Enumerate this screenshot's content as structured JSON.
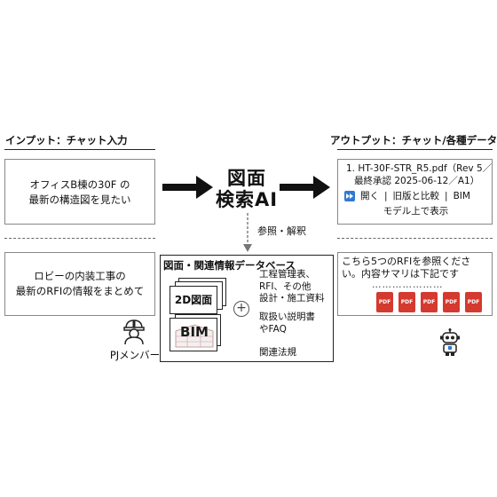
{
  "input_header": "インプット：チャット入力",
  "output_header": "アウトプット：チャット/各種データ",
  "query1": [
    "オフィスB棟の30F の",
    "最新の構造図を見たい"
  ],
  "query2": [
    "ロビーの内装工事の",
    "最新のRFIの情報をまとめて"
  ],
  "center_title": [
    "図面",
    "検索AI"
  ],
  "reference_label": "参照・解釈",
  "db": {
    "title": "図面・関連情報データベース",
    "card_2d": "2D図面",
    "card_bim": "BIM",
    "plus": "+",
    "items": [
      "工程管理表、",
      "RFI、その他",
      "設計・施工資料",
      "取扱い説明書",
      "やFAQ",
      "関連法規"
    ]
  },
  "output1": {
    "line1": "1. HT-30F-STR_R5.pdf（Rev 5／",
    "line2": "最終承認 2025-06-12／A1）",
    "play_icon": "fast-forward-icon",
    "open": "開く",
    "sep": "|",
    "compare": "旧版と比較",
    "bim": "BIM",
    "bim_line2": "モデル上で表示"
  },
  "output2": {
    "line1": "こちら5つのRFIを参照くださ",
    "line2": "い。内容サマリは下記です",
    "dots": "…………………",
    "pdf_label": "PDF",
    "pdf_count": 5
  },
  "pj_member": "PJメンバー",
  "icons": {
    "worker": "construction-worker-icon",
    "robot": "robot-icon",
    "bim_building": "building-icon",
    "plus": "plus-icon"
  },
  "colors": {
    "arrow": "#111111",
    "pdf": "#d43a2f",
    "play": "#2f7bd1"
  }
}
